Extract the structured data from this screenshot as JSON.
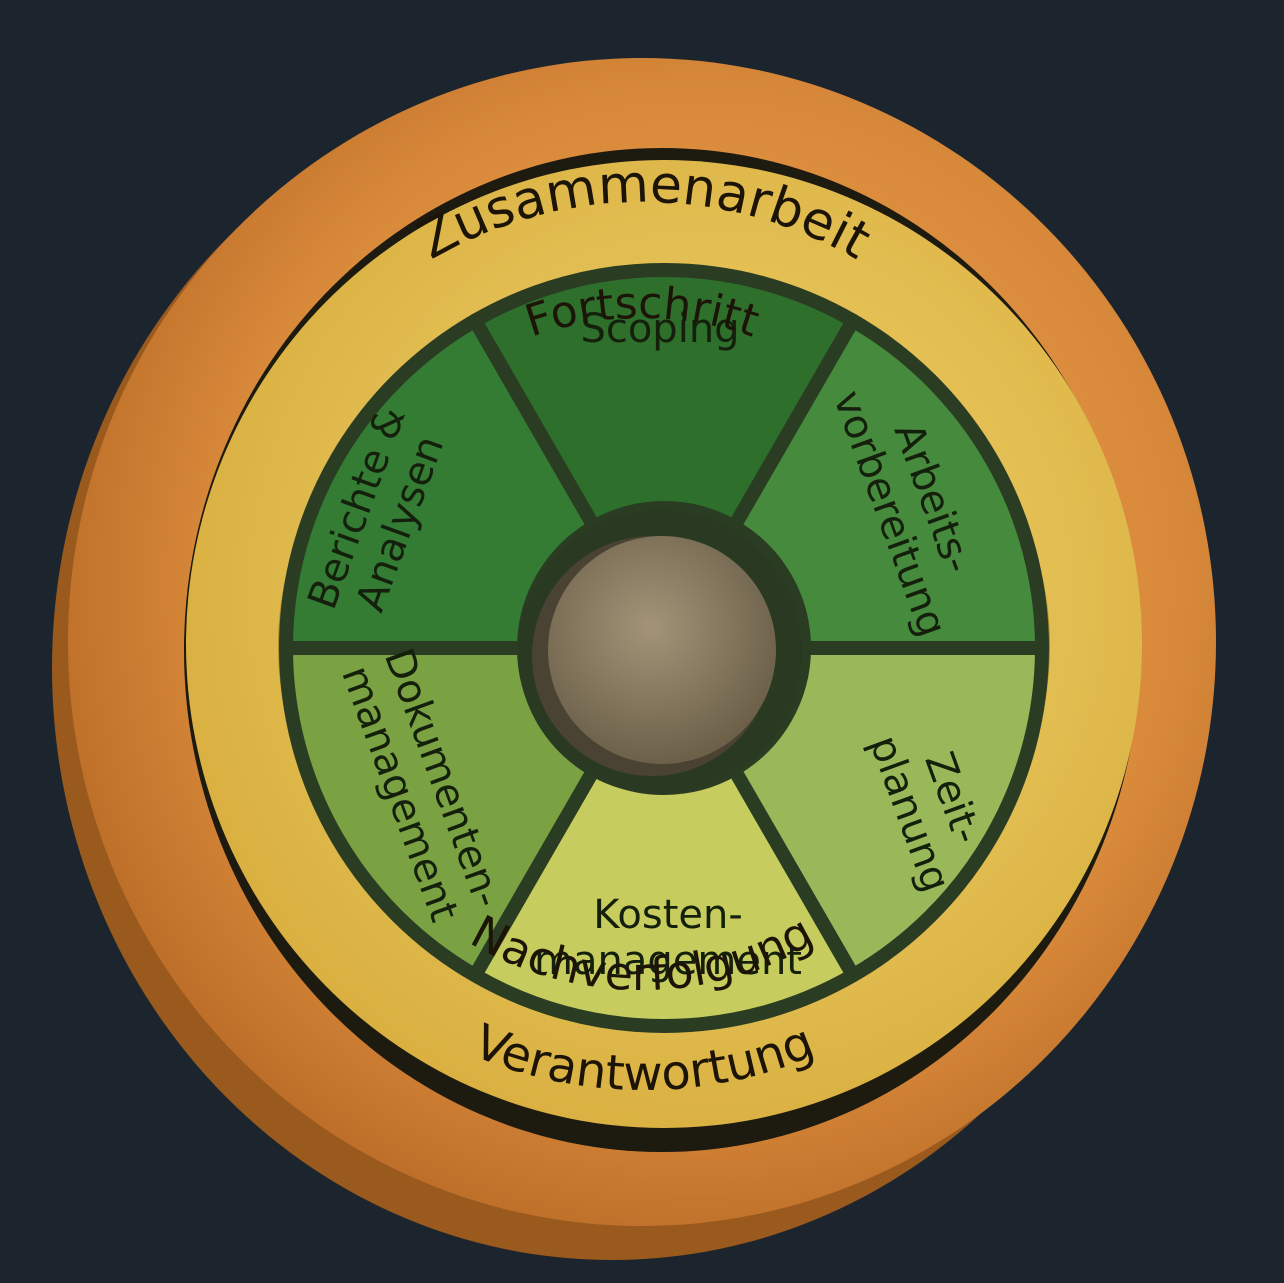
{
  "diagram": {
    "outer_ring": {
      "top_label": "Zusammenarbeit",
      "bottom_label": "Verantwortung"
    },
    "middle_ring": {
      "top_label": "Fortschritt",
      "bottom_label": "Nachverfolgung"
    },
    "segments": [
      {
        "name": "scoping",
        "line1": "Scoping",
        "line2": "",
        "color": "#2e6f2c"
      },
      {
        "name": "arbeitsvorbereitung",
        "line1": "Arbeits-",
        "line2": "vorbereitung",
        "color": "#468a3e"
      },
      {
        "name": "zeitplanung",
        "line1": "Zeit-",
        "line2": "planung",
        "color": "#98b85a"
      },
      {
        "name": "kostenmanagement",
        "line1": "Kosten-",
        "line2": "management",
        "color": "#c6cd5e"
      },
      {
        "name": "dokumentenmanagement",
        "line1": "Dokumenten-",
        "line2": "management",
        "color": "#7aa243"
      },
      {
        "name": "berichte-analysen",
        "line1": "Berichte &",
        "line2": "Analysen",
        "color": "#347b34"
      }
    ],
    "colors": {
      "background": "#1c252e",
      "outer_ring": "#d88a3a",
      "middle_ring": "#e2bc4c",
      "hub": "#877a62",
      "divider": "#2a3d23"
    }
  }
}
